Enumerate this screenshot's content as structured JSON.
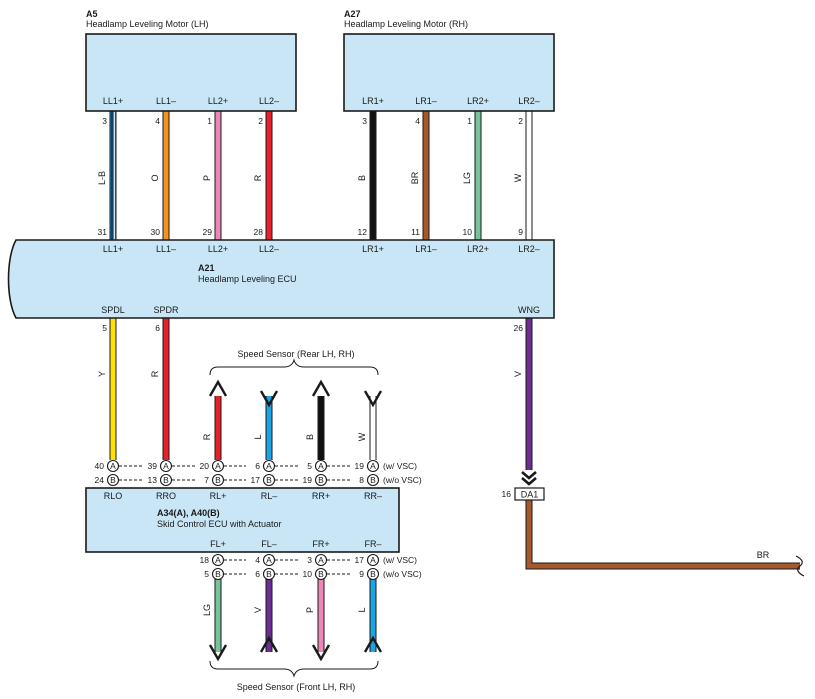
{
  "colors": {
    "box_fill": "#c8e6f5",
    "L-B": "#1f8fd6",
    "O": "#f2921d",
    "P": "#ee86b8",
    "R": "#e8202a",
    "B": "#111111",
    "BR": "#a6582c",
    "LG": "#78c49a",
    "W": "#ffffff",
    "Y": "#ffe000",
    "V": "#6b2d91",
    "L": "#1ba4e3"
  },
  "components": {
    "a5": {
      "code": "A5",
      "name": "Headlamp Leveling Motor (LH)"
    },
    "a27": {
      "code": "A27",
      "name": "Headlamp Leveling Motor (RH)"
    },
    "a21": {
      "code": "A21",
      "name": "Headlamp Leveling ECU"
    },
    "a34": {
      "code": "A34(A), A40(B)",
      "name": "Skid Control ECU with Actuator"
    },
    "da1": {
      "code": "DA1"
    }
  },
  "motor_wires": [
    {
      "id": "ll1p",
      "term": "LL1+",
      "top_pin": "3",
      "bot_pin": "31",
      "color": "L-B",
      "ecu_term": "LL1+"
    },
    {
      "id": "ll1m",
      "term": "LL1–",
      "top_pin": "4",
      "bot_pin": "30",
      "color": "O",
      "ecu_term": "LL1–"
    },
    {
      "id": "ll2p",
      "term": "LL2+",
      "top_pin": "1",
      "bot_pin": "29",
      "color": "P",
      "ecu_term": "LL2+"
    },
    {
      "id": "ll2m",
      "term": "LL2–",
      "top_pin": "2",
      "bot_pin": "28",
      "color": "R",
      "ecu_term": "LL2–"
    },
    {
      "id": "lr1p",
      "term": "LR1+",
      "top_pin": "3",
      "bot_pin": "12",
      "color": "B",
      "ecu_term": "LR1+"
    },
    {
      "id": "lr1m",
      "term": "LR1–",
      "top_pin": "4",
      "bot_pin": "11",
      "color": "BR",
      "ecu_term": "LR1–"
    },
    {
      "id": "lr2p",
      "term": "LR2+",
      "top_pin": "1",
      "bot_pin": "10",
      "color": "LG",
      "ecu_term": "LR2+"
    },
    {
      "id": "lr2m",
      "term": "LR2–",
      "top_pin": "2",
      "bot_pin": "9",
      "color": "W",
      "ecu_term": "LR2–"
    }
  ],
  "speed_wires": [
    {
      "id": "spdl",
      "term": "SPDL",
      "pin": "5",
      "color": "Y"
    },
    {
      "id": "spdr",
      "term": "SPDR",
      "pin": "6",
      "color": "R"
    },
    {
      "id": "wng",
      "term": "WNG",
      "pin": "26",
      "color": "V"
    }
  ],
  "skid_top_rows": {
    "a_suffix": "(w/ VSC)",
    "b_suffix": "(w/o VSC)",
    "connector_a": "A",
    "connector_b": "B",
    "columns": [
      {
        "id": "rlo",
        "term": "RLO",
        "pin_a": "40",
        "pin_b": "24"
      },
      {
        "id": "rro",
        "term": "RRO",
        "pin_a": "39",
        "pin_b": "13"
      },
      {
        "id": "rlp",
        "term": "RL+",
        "pin_a": "20",
        "pin_b": "7"
      },
      {
        "id": "rlm",
        "term": "RL–",
        "pin_a": "6",
        "pin_b": "17"
      },
      {
        "id": "rrp",
        "term": "RR+",
        "pin_a": "5",
        "pin_b": "19"
      },
      {
        "id": "rrm",
        "term": "RR–",
        "pin_a": "19",
        "pin_b": "8"
      }
    ]
  },
  "skid_bottom_rows": {
    "columns": [
      {
        "id": "flp",
        "term": "FL+",
        "pin_a": "18",
        "pin_b": "5",
        "color": "LG"
      },
      {
        "id": "flm",
        "term": "FL–",
        "pin_a": "4",
        "pin_b": "6",
        "color": "V"
      },
      {
        "id": "frp",
        "term": "FR+",
        "pin_a": "3",
        "pin_b": "10",
        "color": "P"
      },
      {
        "id": "frm",
        "term": "FR–",
        "pin_a": "17",
        "pin_b": "9",
        "color": "L"
      }
    ]
  },
  "rear_sensor": {
    "label": "Speed Sensor (Rear LH,  RH)",
    "wires": [
      {
        "id": "rear1",
        "color": "R"
      },
      {
        "id": "rear2",
        "color": "L"
      },
      {
        "id": "rear3",
        "color": "B"
      },
      {
        "id": "rear4",
        "color": "W"
      }
    ]
  },
  "front_sensor": {
    "label": "Speed Sensor (Front LH,  RH)"
  },
  "da1_pin": "16",
  "br_wire_label": "BR"
}
